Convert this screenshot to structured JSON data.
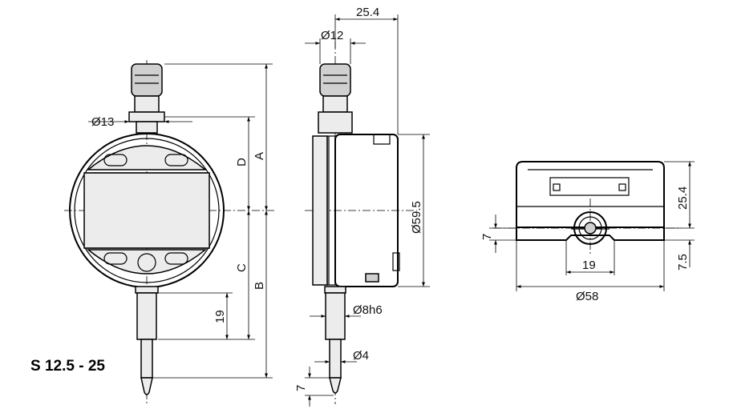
{
  "drawing": {
    "model_label": "S 12.5 - 25",
    "front_view": {
      "d13": "Ø13",
      "label_d": "D",
      "label_a": "A",
      "label_c": "C",
      "label_b": "B",
      "dim_19": "19"
    },
    "side_view": {
      "d25_4": "25.4",
      "d12": "Ø12",
      "d59_5": "Ø59.5",
      "d8h6": "Ø8h6",
      "d4": "Ø4",
      "dim_7": "7"
    },
    "bottom_view": {
      "d25_4": "25.4",
      "dim_7": "7",
      "dim_7_5": "7.5",
      "dim_19": "19",
      "d58": "Ø58"
    }
  }
}
